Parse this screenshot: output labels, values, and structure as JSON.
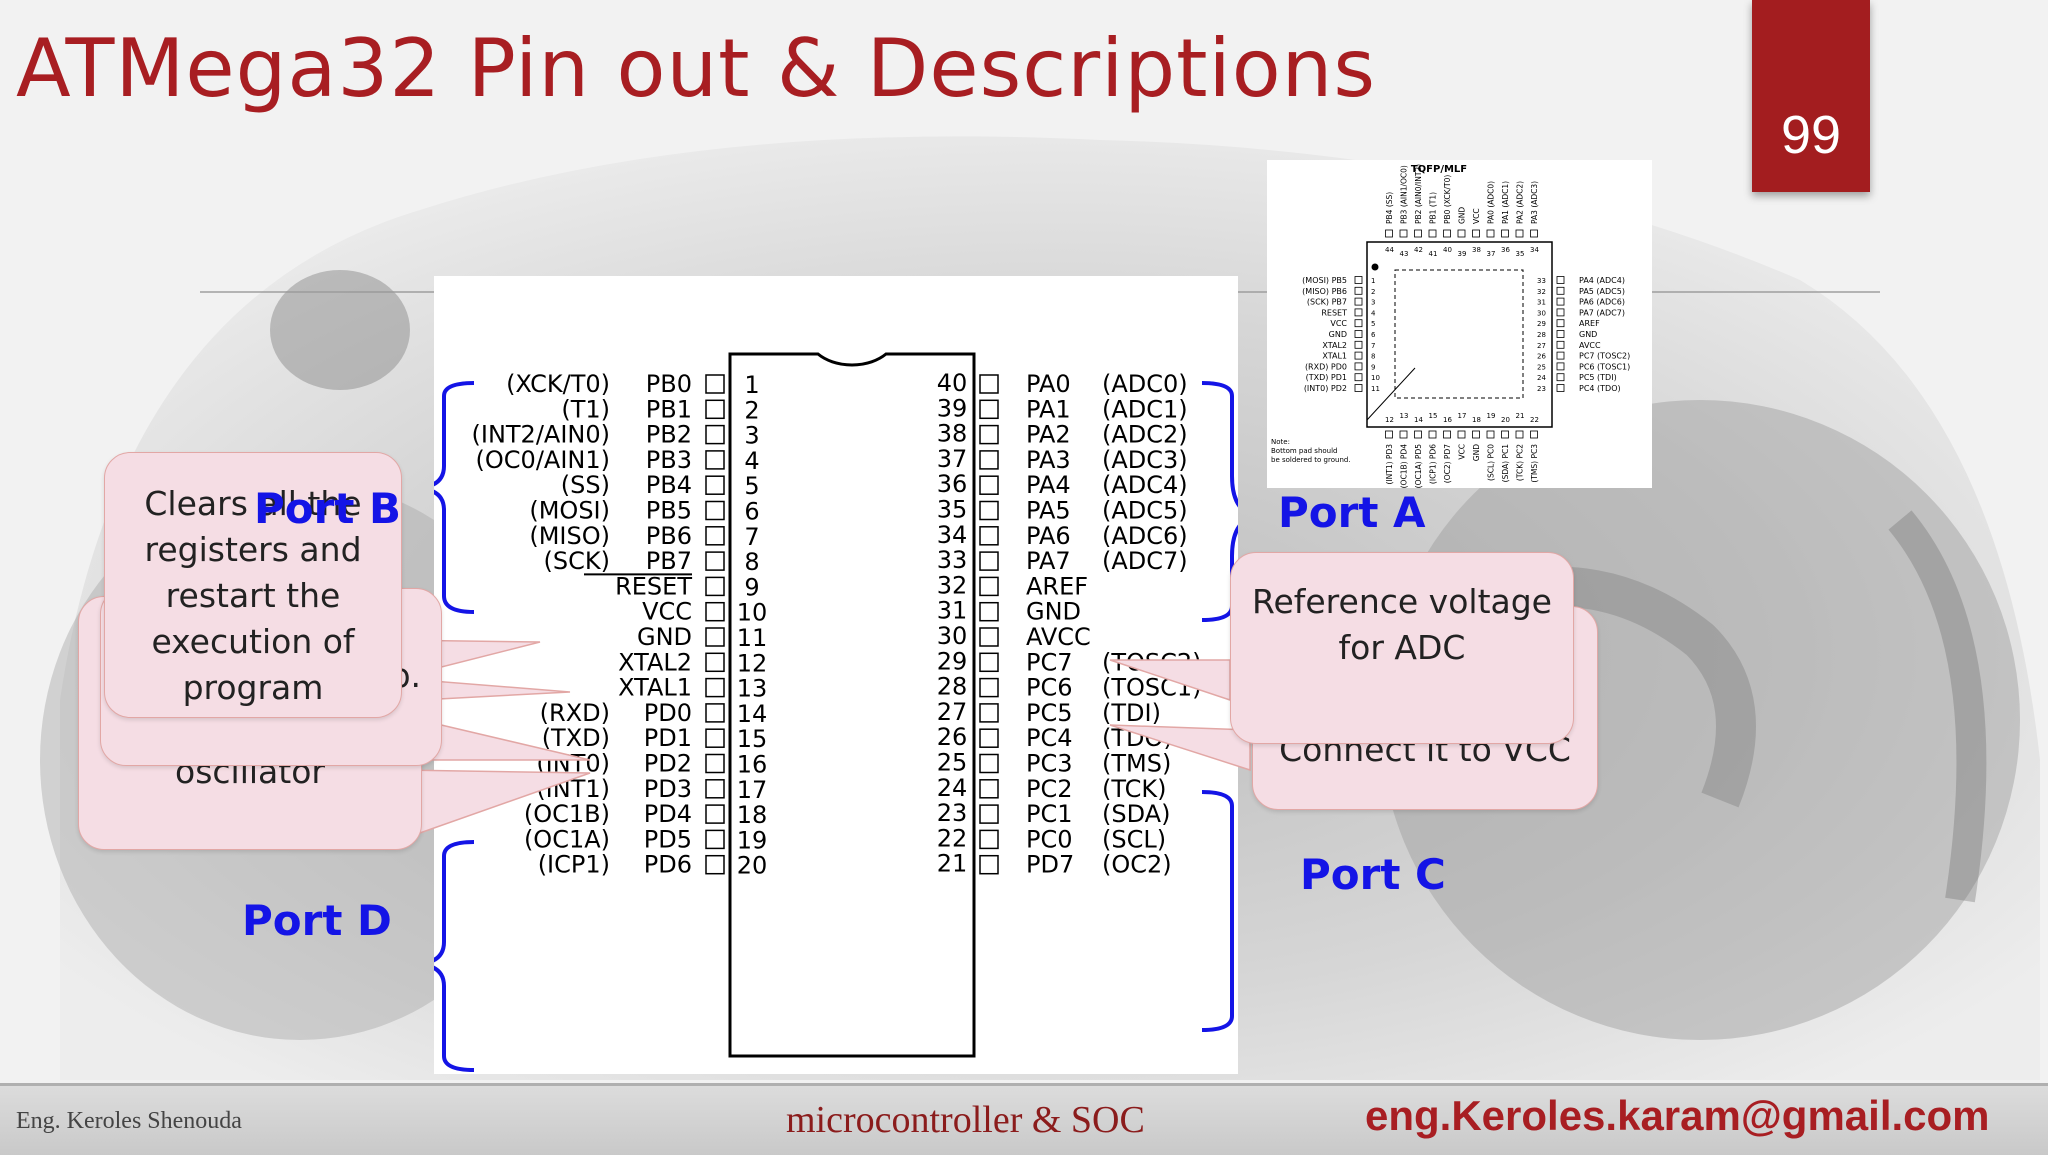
{
  "slide": {
    "title": "ATMega32 Pin out & Descriptions",
    "page_number": "99"
  },
  "footer": {
    "author": "Eng. Keroles Shenouda",
    "course": "microcontroller & SOC",
    "email": "eng.Keroles.karam@gmail.com"
  },
  "pins_left": [
    {
      "num": "1",
      "name": "PB0",
      "alt": "(XCK/T0)"
    },
    {
      "num": "2",
      "name": "PB1",
      "alt": "(T1)"
    },
    {
      "num": "3",
      "name": "PB2",
      "alt": "(INT2/AIN0)"
    },
    {
      "num": "4",
      "name": "PB3",
      "alt": "(OC0/AIN1)"
    },
    {
      "num": "5",
      "name": "PB4",
      "alt": "(SS)"
    },
    {
      "num": "6",
      "name": "PB5",
      "alt": "(MOSI)"
    },
    {
      "num": "7",
      "name": "PB6",
      "alt": "(MISO)"
    },
    {
      "num": "8",
      "name": "PB7",
      "alt": "(SCK)"
    },
    {
      "num": "9",
      "name": "RESET",
      "alt": ""
    },
    {
      "num": "10",
      "name": "VCC",
      "alt": ""
    },
    {
      "num": "11",
      "name": "GND",
      "alt": ""
    },
    {
      "num": "12",
      "name": "XTAL2",
      "alt": ""
    },
    {
      "num": "13",
      "name": "XTAL1",
      "alt": ""
    },
    {
      "num": "14",
      "name": "PD0",
      "alt": "(RXD)"
    },
    {
      "num": "15",
      "name": "PD1",
      "alt": "(TXD)"
    },
    {
      "num": "16",
      "name": "PD2",
      "alt": "(INT0)"
    },
    {
      "num": "17",
      "name": "PD3",
      "alt": "(INT1)"
    },
    {
      "num": "18",
      "name": "PD4",
      "alt": "(OC1B)"
    },
    {
      "num": "19",
      "name": "PD5",
      "alt": "(OC1A)"
    },
    {
      "num": "20",
      "name": "PD6",
      "alt": "(ICP1)"
    }
  ],
  "pins_right": [
    {
      "num": "40",
      "name": "PA0",
      "alt": "(ADC0)"
    },
    {
      "num": "39",
      "name": "PA1",
      "alt": "(ADC1)"
    },
    {
      "num": "38",
      "name": "PA2",
      "alt": "(ADC2)"
    },
    {
      "num": "37",
      "name": "PA3",
      "alt": "(ADC3)"
    },
    {
      "num": "36",
      "name": "PA4",
      "alt": "(ADC4)"
    },
    {
      "num": "35",
      "name": "PA5",
      "alt": "(ADC5)"
    },
    {
      "num": "34",
      "name": "PA6",
      "alt": "(ADC6)"
    },
    {
      "num": "33",
      "name": "PA7",
      "alt": "(ADC7)"
    },
    {
      "num": "32",
      "name": "AREF",
      "alt": ""
    },
    {
      "num": "31",
      "name": "GND",
      "alt": ""
    },
    {
      "num": "30",
      "name": "AVCC",
      "alt": ""
    },
    {
      "num": "29",
      "name": "PC7",
      "alt": "(TOSC2)"
    },
    {
      "num": "28",
      "name": "PC6",
      "alt": "(TOSC1)"
    },
    {
      "num": "27",
      "name": "PC5",
      "alt": "(TDI)"
    },
    {
      "num": "26",
      "name": "PC4",
      "alt": "(TDO)"
    },
    {
      "num": "25",
      "name": "PC3",
      "alt": "(TMS)"
    },
    {
      "num": "24",
      "name": "PC2",
      "alt": "(TCK)"
    },
    {
      "num": "23",
      "name": "PC1",
      "alt": "(SDA)"
    },
    {
      "num": "22",
      "name": "PC0",
      "alt": "(SCL)"
    },
    {
      "num": "21",
      "name": "PD7",
      "alt": "(OC2)"
    }
  ],
  "ports": {
    "port_a": "Port A",
    "port_b": "Port B",
    "port_c": "Port C",
    "port_d": "Port D"
  },
  "callouts": {
    "reset_line1": "Clears all the",
    "reset_line2": "registers and",
    "reset_line3": "restart the",
    "reset_line4": "execution of",
    "reset_line5": "program",
    "vcc_fragment": "p.",
    "xtal_fragment": "oscillator",
    "aref_line1": "Reference voltage",
    "aref_line2": "for ADC",
    "avcc_fragment": "Connect it to VCC"
  },
  "tqfp": {
    "package": "TQFP/MLF",
    "note_line1": "Note:",
    "note_line2": "Bottom pad should",
    "note_line3": "be soldered to ground.",
    "left_labels": [
      "(MOSI) PB5",
      "(MISO) PB6",
      "(SCK) PB7",
      "RESET",
      "VCC",
      "GND",
      "XTAL2",
      "XTAL1",
      "(RXD) PD0",
      "(TXD) PD1",
      "(INT0) PD2"
    ],
    "left_nums": [
      "1",
      "2",
      "3",
      "4",
      "5",
      "6",
      "7",
      "8",
      "9",
      "10",
      "11"
    ],
    "right_labels": [
      "PA4 (ADC4)",
      "PA5 (ADC5)",
      "PA6 (ADC6)",
      "PA7 (ADC7)",
      "AREF",
      "GND",
      "AVCC",
      "PC7 (TOSC2)",
      "PC6 (TOSC1)",
      "PC5 (TDI)",
      "PC4 (TDO)"
    ],
    "right_nums": [
      "33",
      "32",
      "31",
      "30",
      "29",
      "28",
      "27",
      "26",
      "25",
      "24",
      "23"
    ],
    "top_labels": [
      "PB4 (SS)",
      "PB3 (AIN1/OC0)",
      "PB2 (AIN0/INT2)",
      "PB1 (T1)",
      "PB0 (XCK/T0)",
      "GND",
      "VCC",
      "PA0 (ADC0)",
      "PA1 (ADC1)",
      "PA2 (ADC2)",
      "PA3 (ADC3)"
    ],
    "top_nums": [
      "44",
      "43",
      "42",
      "41",
      "40",
      "39",
      "38",
      "37",
      "36",
      "35",
      "34"
    ],
    "bottom_labels": [
      "(INT1) PD3",
      "(OC1B) PD4",
      "(OC1A) PD5",
      "(ICP1) PD6",
      "(OC2) PD7",
      "VCC",
      "GND",
      "(SCL) PC0",
      "(SDA) PC1",
      "(TCK) PC2",
      "(TMS) PC3"
    ],
    "bottom_nums": [
      "12",
      "13",
      "14",
      "15",
      "16",
      "17",
      "18",
      "19",
      "20",
      "21",
      "22"
    ]
  },
  "colors": {
    "title": "#a81e22",
    "port_label": "#1414e6",
    "callout_fill": "#f5dde4",
    "callout_border": "#e2a7a5",
    "page_box": "#a31d1f"
  }
}
